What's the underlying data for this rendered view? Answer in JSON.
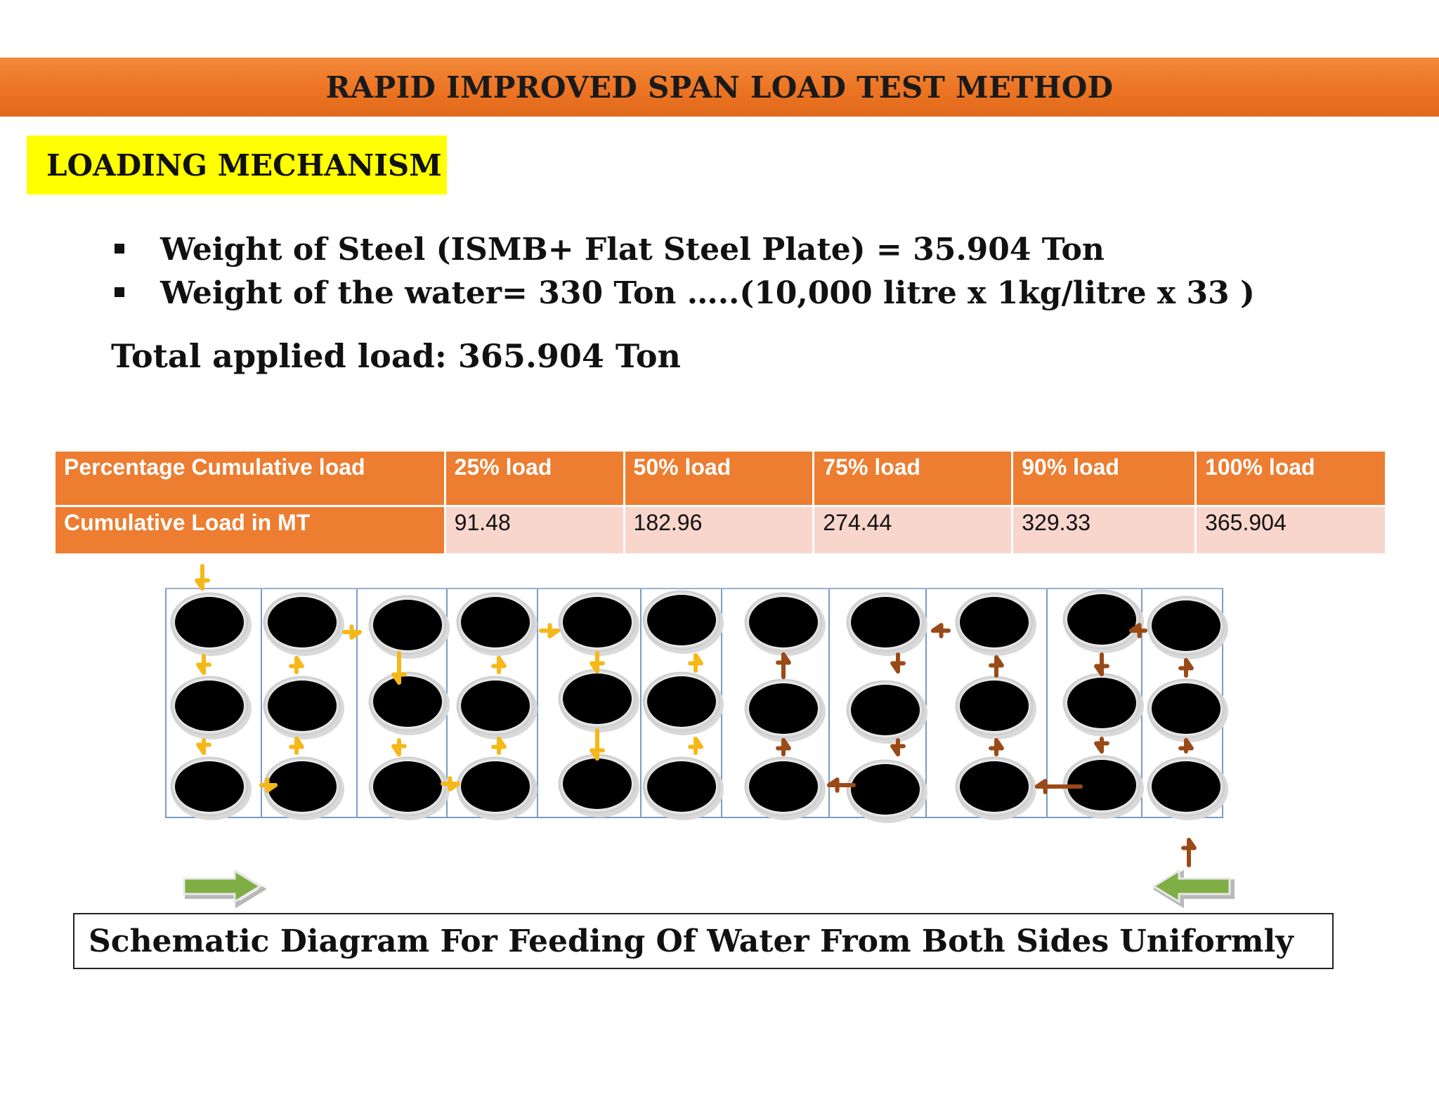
{
  "header": {
    "title": "RAPID IMPROVED SPAN LOAD TEST METHOD"
  },
  "section": {
    "label": "LOADING MECHANISM"
  },
  "bullets": [
    "Weight of Steel (ISMB+ Flat Steel Plate) = 35.904 Ton",
    "Weight of the water= 330 Ton …..(10,000 litre x 1kg/litre x 33 )"
  ],
  "total": "Total applied load: 365.904 Ton",
  "table": {
    "header_row": [
      "Percentage Cumulative load",
      "25% load",
      "50% load",
      "75% load",
      "90% load",
      "100% load"
    ],
    "value_row": [
      "Cumulative Load in MT",
      "91.48",
      "182.96",
      "274.44",
      "329.33",
      "365.904"
    ]
  },
  "diagram": {
    "columns": 11,
    "rows": 3,
    "tank_color": "#000000",
    "left_flow_color": "#f6b818",
    "right_flow_color": "#9a4a17",
    "inlet_arrow_color": "#7fae44",
    "left_inlet_icon": "right-arrow-icon",
    "right_inlet_icon": "left-arrow-icon"
  },
  "caption": "Schematic Diagram For Feeding Of Water From Both Sides Uniformly"
}
